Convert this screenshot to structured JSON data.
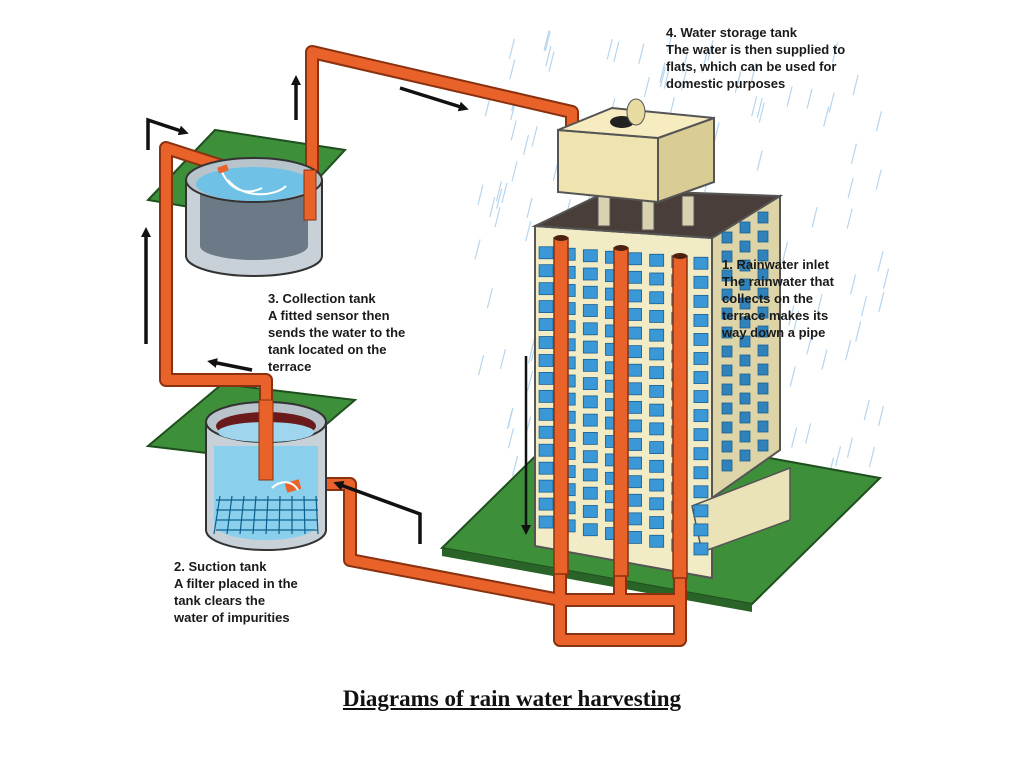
{
  "labels": {
    "storage": {
      "title": "4. Water storage tank",
      "body": [
        "The water is then supplied to",
        "flats, which can be used for",
        "domestic purposes"
      ]
    },
    "inlet": {
      "title": "1. Rainwater inlet",
      "body": [
        "The rainwater that",
        "collects on the",
        "terrace makes its",
        "way down a pipe"
      ]
    },
    "collection": {
      "title": "3. Collection tank",
      "body": [
        "A fitted sensor then",
        "sends the water to the",
        "tank located on the",
        "terrace"
      ]
    },
    "suction": {
      "title": "2. Suction tank",
      "body": [
        "A filter placed in the",
        "tank clears the",
        "water of impurities"
      ]
    }
  },
  "caption": "Diagrams of rain water harvesting",
  "colors": {
    "pipe": "#e8622a",
    "pipe_edge": "#8a3210",
    "ground": "#3e8f3a",
    "building": "#f2ecc6",
    "window": "#3a98d6",
    "water": "#6fc2e6",
    "tank_body": "#c8d0d8",
    "rain": "#9fc7e8"
  },
  "icons": [
    "arrow-up-icon",
    "arrow-right-icon",
    "arrow-left-icon",
    "arrow-down-icon",
    "rain-icon"
  ]
}
